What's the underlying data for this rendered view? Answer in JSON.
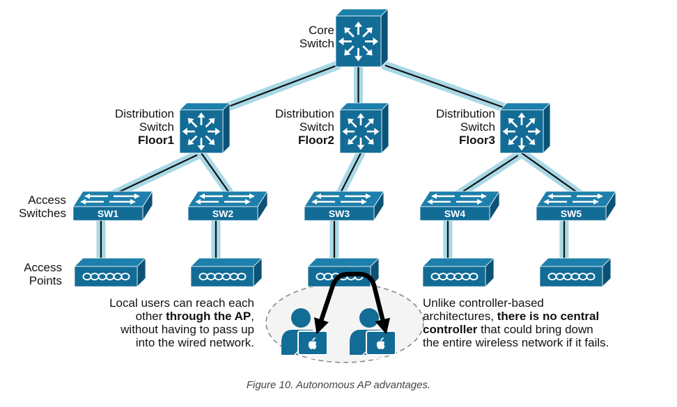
{
  "colors": {
    "device_front": "#126c96",
    "device_top": "#1d7fab",
    "device_side": "#0b5376",
    "link_halo": "#a8d8e6",
    "link_line": "#111111",
    "ellipse_fill": "#f4f4f4",
    "ellipse_stroke": "#888888",
    "arrow": "#000000"
  },
  "core": {
    "label_line1": "Core",
    "label_line2": "Switch"
  },
  "distribution": [
    {
      "id": "floor1",
      "label_line1": "Distribution",
      "label_line2": "Switch",
      "label_floor": "Floor1"
    },
    {
      "id": "floor2",
      "label_line1": "Distribution",
      "label_line2": "Switch",
      "label_floor": "Floor2"
    },
    {
      "id": "floor3",
      "label_line1": "Distribution",
      "label_line2": "Switch",
      "label_floor": "Floor3"
    }
  ],
  "tier_labels": {
    "access_switches_line1": "Access",
    "access_switches_line2": "Switches",
    "access_points_line1": "Access",
    "access_points_line2": "Points"
  },
  "access_switches": [
    {
      "name": "SW1",
      "parent": "floor1"
    },
    {
      "name": "SW2",
      "parent": "floor1"
    },
    {
      "name": "SW3",
      "parent": "floor2"
    },
    {
      "name": "SW4",
      "parent": "floor3"
    },
    {
      "name": "SW5",
      "parent": "floor3"
    }
  ],
  "access_points_count": 5,
  "users": [
    {
      "id": "user-1",
      "laptop_logo": "apple"
    },
    {
      "id": "user-2",
      "laptop_logo": "apple"
    }
  ],
  "notes": {
    "left": {
      "line1": "Local users can reach each",
      "line2_pre": "other ",
      "line2_bold": "through the AP",
      "line2_post": ",",
      "line3": "without having to pass up",
      "line4": "into the wired network."
    },
    "right": {
      "line1": "Unlike controller-based",
      "line2_pre": "architectures, ",
      "line2_bold": "there is no central",
      "line3_bold": "controller",
      "line3_post": " that could bring down",
      "line4": "the entire wireless network if it fails."
    }
  },
  "caption": "Figure 10. Autonomous AP advantages."
}
